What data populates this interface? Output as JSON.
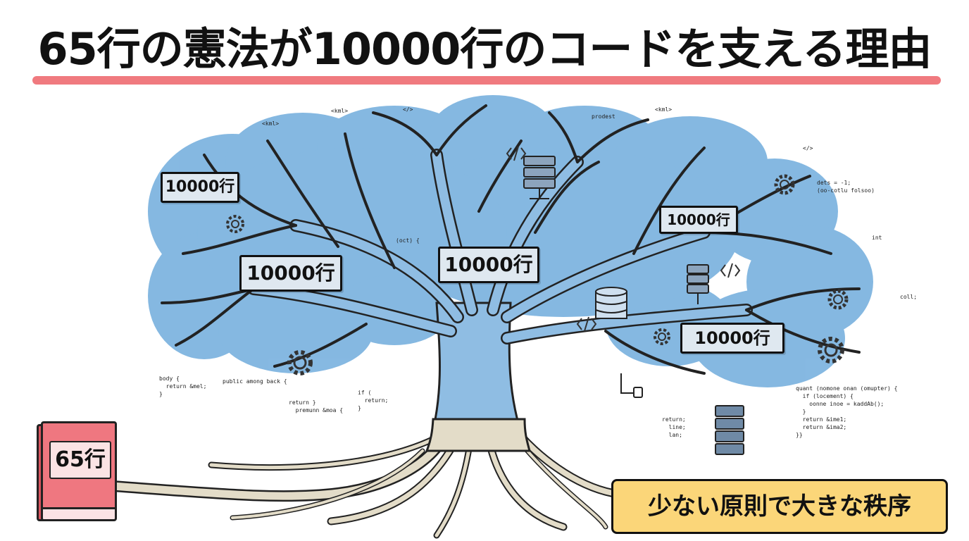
{
  "title": "65行の憲法が10000行のコードを支える理由",
  "book_label": "65行",
  "tree_labels": [
    "10000行",
    "10000行",
    "10000行",
    "10000行",
    "10000行"
  ],
  "caption": "少ない原則で大きな秩序",
  "code_snippets": [
    "<kml>",
    "</>",
    "<kml>",
    "prodest",
    "<kml>",
    "(oct) {",
    "</>",
    "public among back {",
    "body {\n  return &mel;\n}",
    "if (\n  return;\n}",
    "return }\n  premunn &moa {",
    "return;\n  line;\n  lan;",
    "quant (nomone onan (omupter) {\n  if (locement) {\n    oonne inoe = kaddAb();\n  }\n  return &ime1;\n  return &ima2;\n}}",
    "int",
    "coll;",
    "dets = -1;\n(oo-cotlu folsoo)"
  ],
  "colors": {
    "canopy": "#7fb5e0",
    "trunk": "#8fbde3",
    "roots": "#e3dcc8",
    "title_underline": "#f07a7f",
    "book": "#ef7780",
    "caption_bg": "#fbd679",
    "label_bg": "#dfe8f0"
  },
  "icons": [
    "server-icon",
    "database-icon",
    "gear-icon",
    "code-tag-icon"
  ]
}
